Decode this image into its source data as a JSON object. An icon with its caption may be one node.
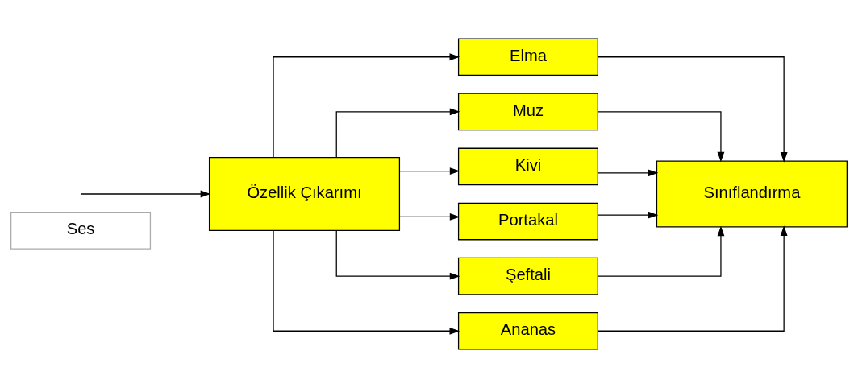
{
  "diagram": {
    "nodes": [
      {
        "text": [
          "Ses"
        ]
      },
      {
        "text": [
          "Özellik Çıkarımı"
        ]
      },
      {
        "text": [
          "Elma"
        ]
      },
      {
        "text": [
          "Muz"
        ]
      },
      {
        "text": [
          "Kivi"
        ]
      },
      {
        "text": [
          "Portakal"
        ]
      },
      {
        "text": [
          "Şeftali"
        ]
      },
      {
        "text": [
          "Ananas"
        ]
      },
      {
        "text": [
          "Sınıflandırma"
        ]
      }
    ],
    "edges": [
      {
        "from": null,
        "to": 1,
        "arrow": "to"
      },
      {
        "from": 1,
        "to": 2,
        "arrow": "to"
      },
      {
        "from": 1,
        "to": 3,
        "arrow": "to"
      },
      {
        "from": 1,
        "to": 4,
        "arrow": "to"
      },
      {
        "from": 1,
        "to": 5,
        "arrow": "to"
      },
      {
        "from": 1,
        "to": 6,
        "arrow": "to"
      },
      {
        "from": 1,
        "to": 7,
        "arrow": "to"
      },
      {
        "from": 2,
        "to": 8,
        "arrow": "to"
      },
      {
        "from": 3,
        "to": 8,
        "arrow": "to"
      },
      {
        "from": 4,
        "to": 8,
        "arrow": "to"
      },
      {
        "from": 5,
        "to": 8,
        "arrow": "to"
      },
      {
        "from": 6,
        "to": 8,
        "arrow": "to"
      },
      {
        "from": 7,
        "to": 8,
        "arrow": "to"
      }
    ]
  }
}
